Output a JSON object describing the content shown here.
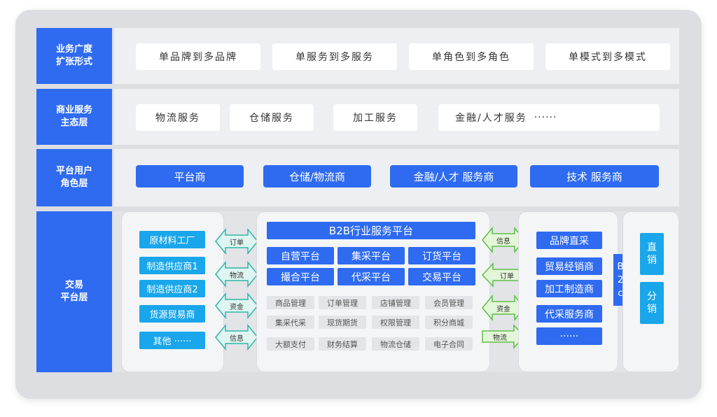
{
  "rows": {
    "scope": {
      "label_l1": "业务广度",
      "label_l2": "扩张形式",
      "items": [
        "单品牌到多品牌",
        "单服务到多服务",
        "单角色到多角色",
        "单模式到多模式"
      ]
    },
    "ecosystem": {
      "label_l1": "商业服务",
      "label_l2": "主态层",
      "items": [
        "物流服务",
        "仓储服务",
        "加工服务",
        "金融/人才服务"
      ],
      "ellipsis": "······"
    },
    "roles": {
      "label_l1": "平台用户",
      "label_l2": "角色层",
      "items": [
        "平台商",
        "仓储/物流商",
        "金融/人才 服务商",
        "技术 服务商"
      ]
    },
    "trade": {
      "label_l1": "交易",
      "label_l2": "平台层"
    }
  },
  "suppliers": [
    "原材料工厂",
    "制造供应商1",
    "制造供应商2",
    "货源贸易商",
    "其他 ······"
  ],
  "left_arrows": [
    "订单",
    "物流",
    "资金",
    "信息"
  ],
  "platform": {
    "title": "B2B行业服务平台",
    "modes": [
      "自营平台",
      "集采平台",
      "订货平台",
      "撮合平台",
      "代采平台",
      "交易平台"
    ],
    "features": [
      "商品管理",
      "订单管理",
      "店铺管理",
      "会员管理",
      "集采代采",
      "现货期货",
      "权限管理",
      "积分商城",
      "大额支付",
      "财务结算",
      "物流仓储",
      "电子合同"
    ]
  },
  "right_arrows": [
    "信息",
    "订单",
    "资金",
    "物流"
  ],
  "buyers": [
    "品牌直采",
    "贸易经销商",
    "加工制造商",
    "代采服务商",
    "······"
  ],
  "b2c": [
    "B",
    "2",
    "c"
  ],
  "channels": [
    {
      "c1": "直",
      "c2": "销"
    },
    {
      "c1": "分",
      "c2": "销"
    }
  ],
  "colors": {
    "primary_blue": "#2f6bf0",
    "cyan": "#19a6ea",
    "arrow_teal_fill": "#dff5f2",
    "arrow_teal_stroke": "#2fb7a6",
    "arrow_green_fill": "#e4f6d9",
    "arrow_green_stroke": "#5fbe46"
  }
}
